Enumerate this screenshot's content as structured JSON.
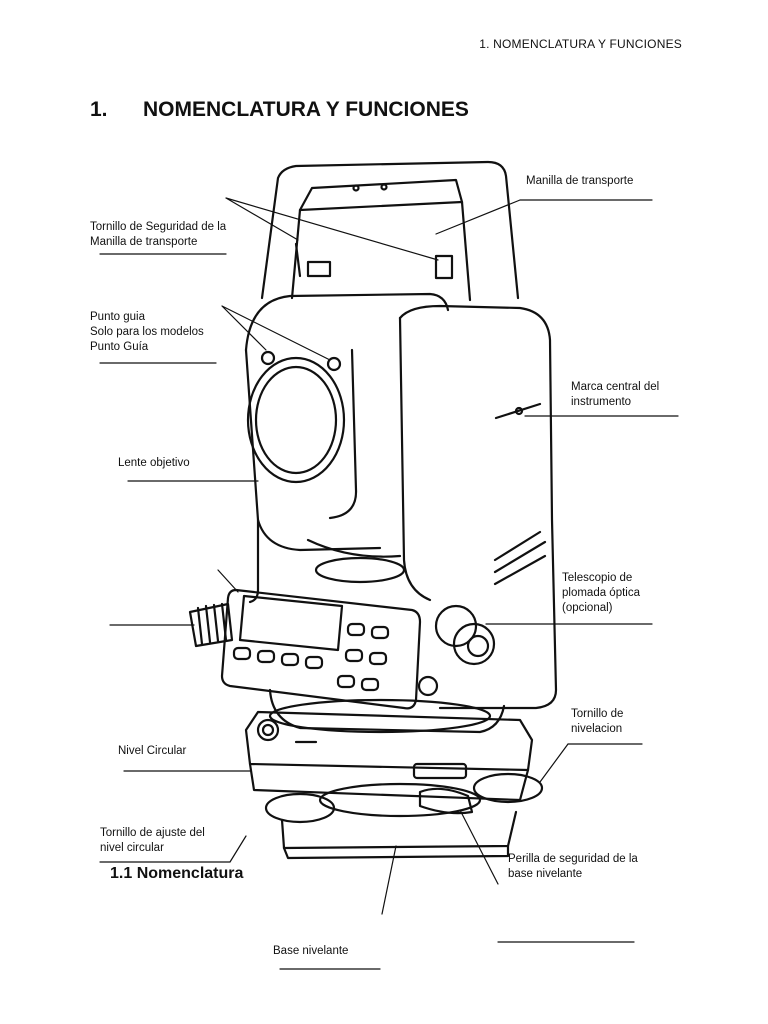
{
  "running_header": "1. NOMENCLATURA Y FUNCIONES",
  "chapter": {
    "number": "1.",
    "title": "NOMENCLATURA Y FUNCIONES"
  },
  "section_title": "1.1 Nomenclatura",
  "labels": {
    "handle": "Manilla de transporte",
    "handle_screw": "Tornillo de Seguridad de la\nManilla de transporte",
    "guide_point": "Punto guia\nSolo para los modelos\nPunto Guía",
    "center_mark": "Marca central del\ninstrumento",
    "objective_lens": "Lente objetivo",
    "optical_plummet": "Telescopio de\nplomada óptica\n(opcional)",
    "leveling_screw": "Tornillo de\nnivelacion",
    "circular_level": "Nivel Circular",
    "circular_level_screw": "Tornillo de ajuste del\nnivel circular",
    "tribrach_lock": "Perilla de seguridad de la\nbase nivelante",
    "tribrach": "Base nivelante"
  }
}
